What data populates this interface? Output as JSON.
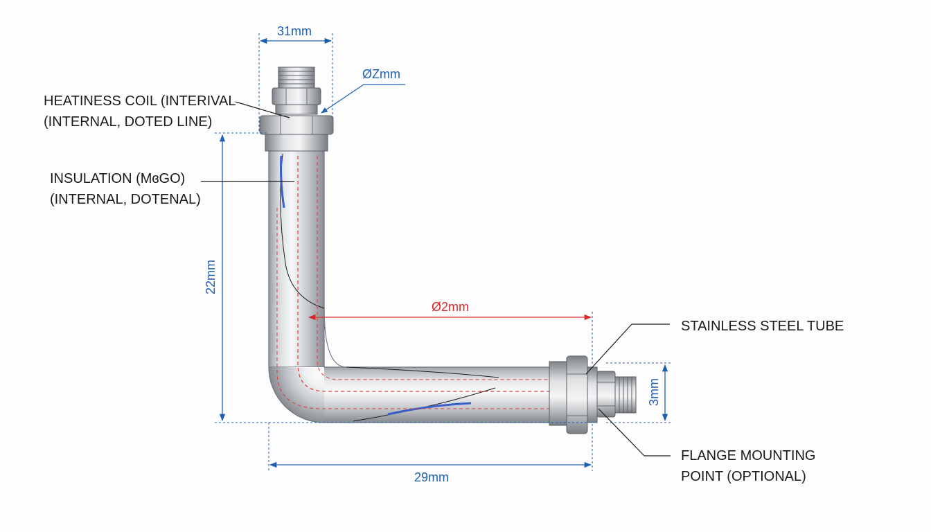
{
  "labels": {
    "heating_coil_line1": "HEATINESS COIL (INTERIVAL",
    "heating_coil_line2": "(INTERNAL,  DOTED LINE)",
    "insulation_line1": "INSULATION (MɞGO)",
    "insulation_line2": "(INTERNAL, DOTENAL)",
    "tube": "STAINLESS STEEL TUBE",
    "flange_line1": "FLANGE MOUNTING",
    "flange_line2": "POINT (OPTIONAL)"
  },
  "dimensions": {
    "top_width": "31mm",
    "top_diameter": "ØZmm",
    "vertical_length": "22mm",
    "horizontal_inner": "Ø2mm",
    "fitting_height": "3mm",
    "horizontal_total": "29mm"
  },
  "colors": {
    "dimension_blue": "#1f5fb0",
    "dimension_red": "#d42a2a",
    "callout_text": "#1a1a1a",
    "steel_light": "#eef0f2",
    "steel_dark": "#8d9196"
  }
}
